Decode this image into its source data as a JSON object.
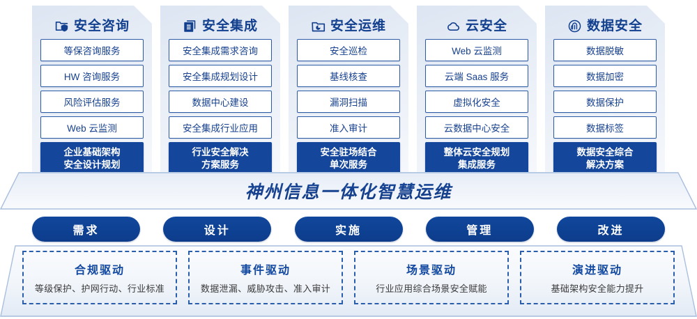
{
  "pillars": [
    {
      "icon": "folder-shield-icon",
      "title": "安全咨询",
      "items": [
        "等保咨询服务",
        "HW 咨询服务",
        "风险评估服务",
        "Web 云监测"
      ],
      "accent": [
        "企业基础架构",
        "安全设计规划"
      ]
    },
    {
      "icon": "documents-stack-icon",
      "title": "安全集成",
      "items": [
        "安全集成需求咨询",
        "安全集成规划设计",
        "数据中心建设",
        "安全集成行业应用"
      ],
      "accent": [
        "行业安全解决",
        "方案服务"
      ]
    },
    {
      "icon": "folder-chart-icon",
      "title": "安全运维",
      "items": [
        "安全巡检",
        "基线核查",
        "漏洞扫描",
        "准入审计"
      ],
      "accent": [
        "安全驻场结合",
        "单次服务"
      ]
    },
    {
      "icon": "cloud-icon",
      "title": "云安全",
      "items": [
        "Web 云监测",
        "云端 Saas 服务",
        "虚拟化安全",
        "云数据中心安全"
      ],
      "accent": [
        "整体云安全规划",
        "集成服务"
      ]
    },
    {
      "icon": "fingerprint-icon",
      "title": "数据安全",
      "items": [
        "数据脱敏",
        "数据加密",
        "数据保护",
        "数据标签"
      ],
      "accent": [
        "数据安全综合",
        "解决方案"
      ]
    }
  ],
  "banner": {
    "title": "神州信息一体化智慧运维"
  },
  "phases": [
    {
      "label": "需求"
    },
    {
      "label": "设计"
    },
    {
      "label": "实施"
    },
    {
      "label": "管理"
    },
    {
      "label": "改进"
    }
  ],
  "drivers": [
    {
      "title": "合规驱动",
      "subtitle": "等级保护、护网行动、行业标准"
    },
    {
      "title": "事件驱动",
      "subtitle": "数据泄漏、威胁攻击、准入审计"
    },
    {
      "title": "场景驱动",
      "subtitle": "行业应用综合场景安全赋能"
    },
    {
      "title": "演进驱动",
      "subtitle": "基础架构安全能力提升"
    }
  ],
  "colors": {
    "accent_blue": "#14469b",
    "text_blue": "#17418f",
    "card_bg_top": "#dce5f2",
    "dashed_border": "#2b5eaa"
  }
}
